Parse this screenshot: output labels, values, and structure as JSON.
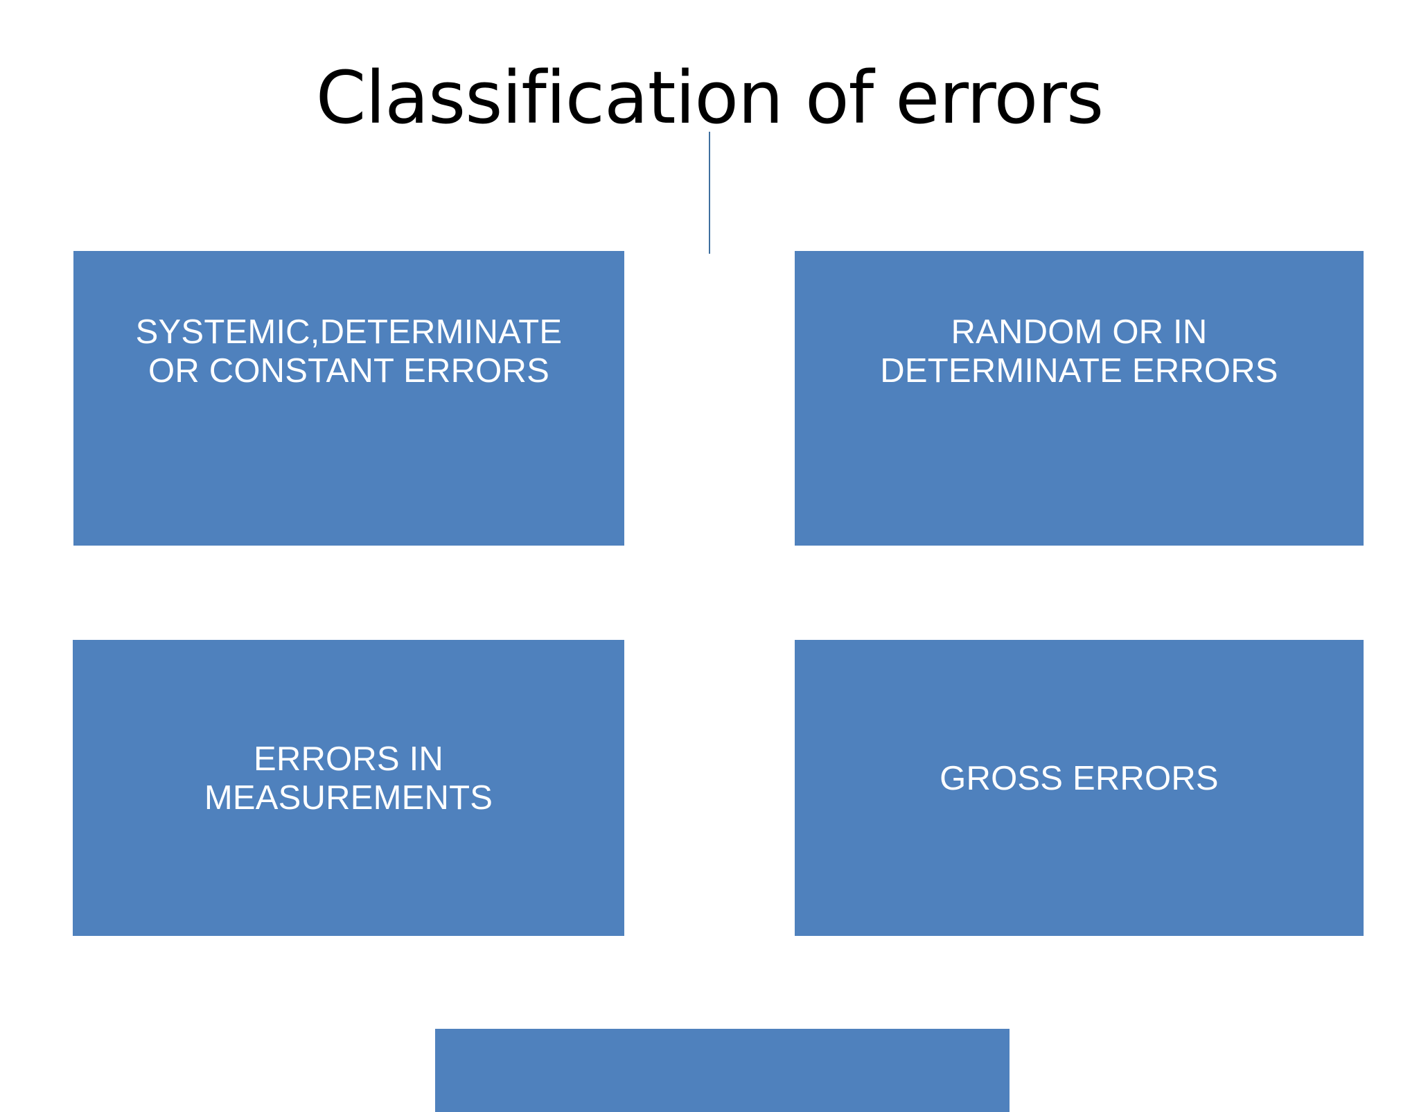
{
  "slide": {
    "title": "Classification of errors",
    "background_color": "#FFFFFF",
    "title_color": "#000000",
    "accent_color": "#4F81BD",
    "connector_color": "#3F6F9F",
    "node_text_color": "#FFFFFF"
  },
  "diagram": {
    "nodes": [
      {
        "id": "systemic",
        "label": "SYSTEMIC,DETERMINATE\nOR CONSTANT ERRORS",
        "position": "top-left"
      },
      {
        "id": "random",
        "label": "RANDOM OR IN\nDETERMINATE  ERRORS",
        "position": "top-right"
      },
      {
        "id": "measurements",
        "label": "ERRORS IN\nMEASUREMENTS",
        "position": "bottom-left"
      },
      {
        "id": "gross",
        "label": "GROSS ERRORS",
        "position": "bottom-right"
      },
      {
        "id": "partial",
        "label": "",
        "position": "bottom-center-cutoff"
      }
    ]
  }
}
